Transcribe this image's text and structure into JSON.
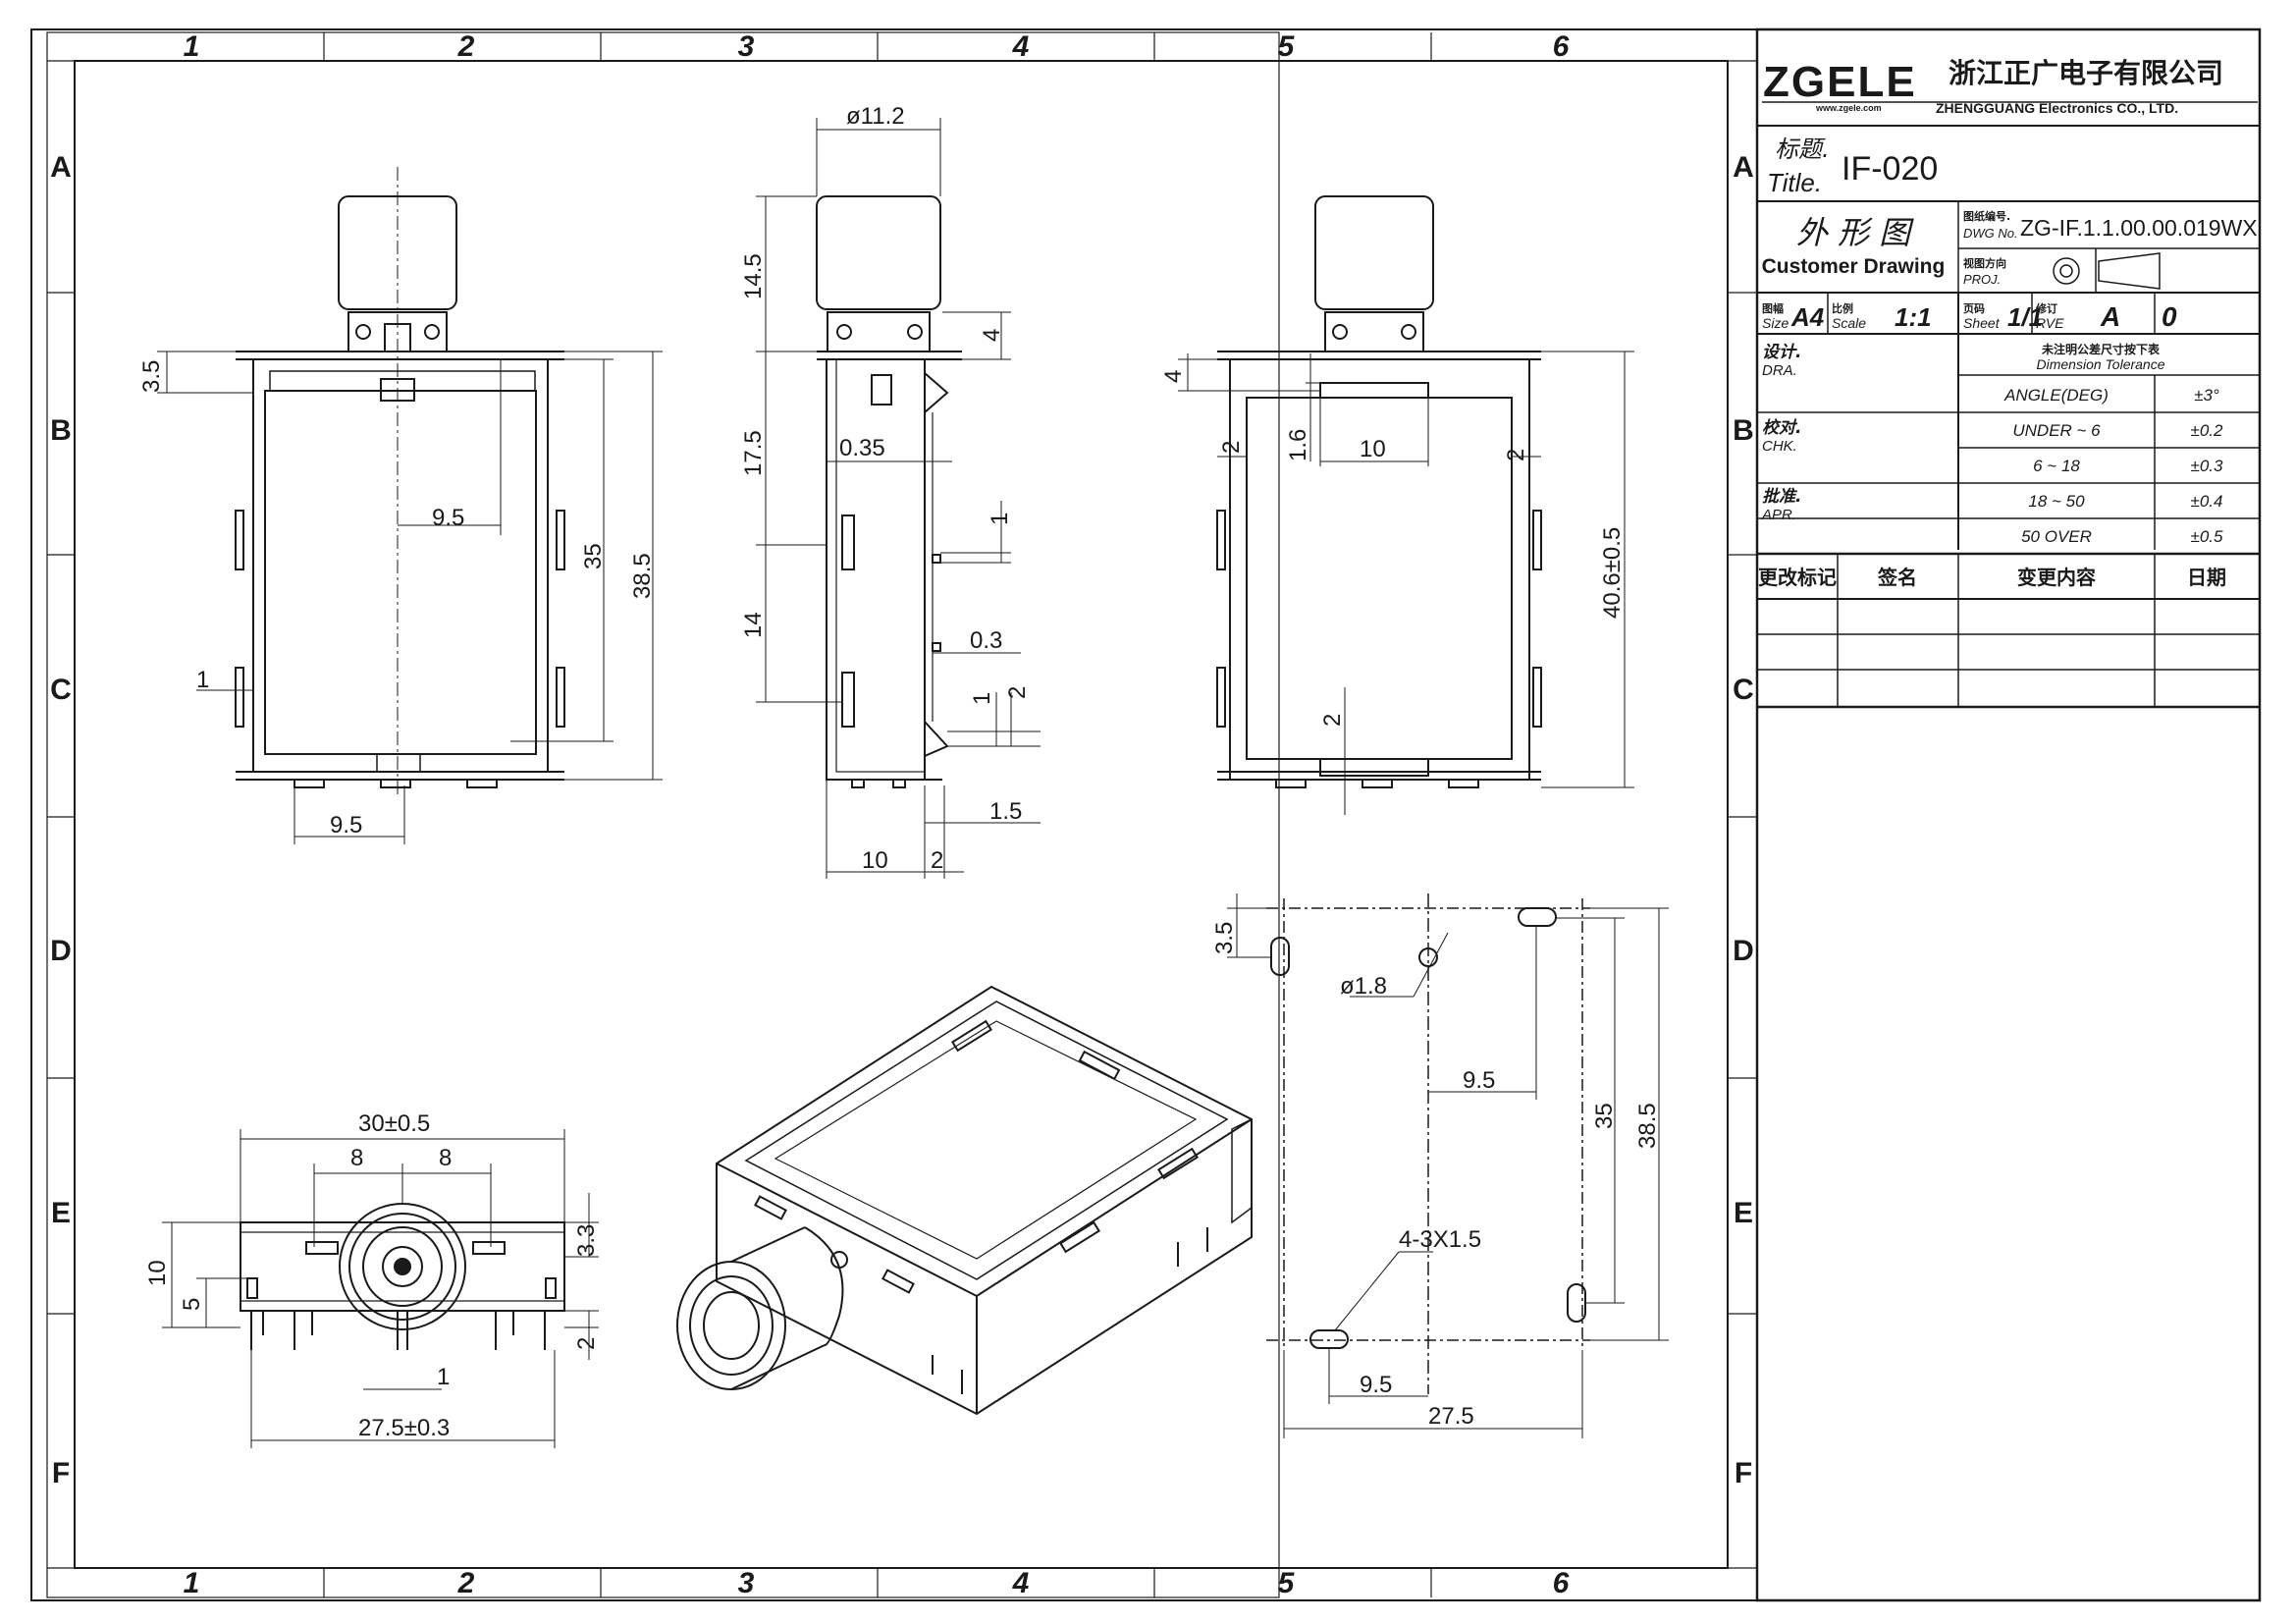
{
  "title_block": {
    "logo_text": "ZGELE",
    "logo_url": "www.zgele.com",
    "company_cn": "浙江正广电子有限公司",
    "company_en": "ZHENGGUANG Electronics CO., LTD.",
    "title_label_cn": "标题.",
    "title_label_en": "Title.",
    "title_value": "IF-020",
    "drawing_name_cn": "外 形 图",
    "drawing_name_en": "Customer Drawing",
    "dwg_no_label_cn": "图纸编号.",
    "dwg_no_label_en": "DWG No.",
    "dwg_no": "ZG-IF.1.1.00.00.019WX",
    "proj_label_cn": "视图方向",
    "proj_label_en": "PROJ.",
    "size_label_cn": "图幅",
    "size_label_en": "Size",
    "size_value": "A4",
    "scale_label_cn": "比例",
    "scale_label_en": "Scale",
    "scale_value": "1:1",
    "sheet_label_cn": "页码",
    "sheet_label_en": "Sheet",
    "sheet_value": "1/1",
    "rev_label_cn": "修订",
    "rev_label_en": "RVE",
    "rev_value": "A",
    "rev_extra": "0",
    "dra_cn": "设计.",
    "dra_en": "DRA.",
    "chk_cn": "校对.",
    "chk_en": "CHK.",
    "apr_cn": "批准.",
    "apr_en": "APR.",
    "tolerance_title_cn": "未注明公差尺寸按下表",
    "tolerance_title_en": "Dimension Tolerance",
    "tolerance_rows": [
      {
        "range": "ANGLE(DEG)",
        "tol": "±3°"
      },
      {
        "range": "UNDER  ~  6",
        "tol": "±0.2"
      },
      {
        "range": "6   ~   18",
        "tol": "±0.3"
      },
      {
        "range": "18   ~   50",
        "tol": "±0.4"
      },
      {
        "range": "50    OVER",
        "tol": "±0.5"
      }
    ],
    "revision_headers": [
      "更改标记",
      "签名",
      "变更内容",
      "日期"
    ]
  },
  "frame": {
    "col_labels": [
      "1",
      "2",
      "3",
      "4",
      "5",
      "6"
    ],
    "row_labels": [
      "A",
      "B",
      "C",
      "D",
      "E",
      "F"
    ]
  },
  "dims": {
    "front": [
      "3.5",
      "9.5",
      "35",
      "38.5",
      "1",
      "9.5"
    ],
    "side": [
      "ø11.2",
      "14.5",
      "4",
      "17.5",
      "0.35",
      "1",
      "14",
      "0.3",
      "1",
      "2",
      "1.5",
      "10",
      "2"
    ],
    "back": [
      "4",
      "1.6",
      "10",
      "2",
      "2",
      "40.6±0.5",
      "2"
    ],
    "bottom": [
      "30±0.5",
      "8",
      "8",
      "3.3",
      "10",
      "5",
      "2",
      "1",
      "27.5±0.3"
    ],
    "footprint": [
      "3.5",
      "ø1.8",
      "9.5",
      "35",
      "38.5",
      "4-3X1.5",
      "9.5",
      "27.5"
    ]
  },
  "colors": {
    "line": "#1a1a1a",
    "paper": "#ffffff"
  }
}
